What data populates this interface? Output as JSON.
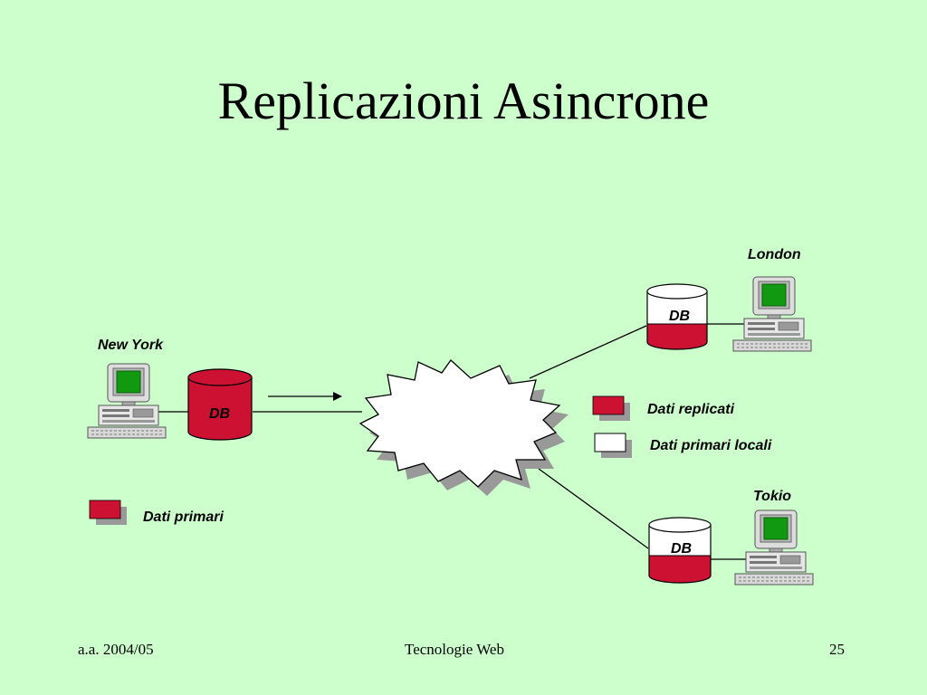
{
  "slide": {
    "title": "Replicazioni Asincrone"
  },
  "sites": {
    "new_york": {
      "label": "New York",
      "db_label": "DB"
    },
    "london": {
      "label": "London",
      "db_label": "DB"
    },
    "tokio": {
      "label": "Tokio",
      "db_label": "DB"
    }
  },
  "legend": {
    "dati_primari": "Dati primari",
    "dati_replicati": "Dati replicati",
    "dati_primari_locali": "Dati primari locali"
  },
  "footer": {
    "left": "a.a. 2004/05",
    "center": "Tecnologie Web",
    "right": "25"
  },
  "colors": {
    "background": "#CCFFCC",
    "primary_data": "#CC1133",
    "replica_data": "#FFFFFF",
    "screen": "#119911",
    "shadow": "#999999"
  }
}
